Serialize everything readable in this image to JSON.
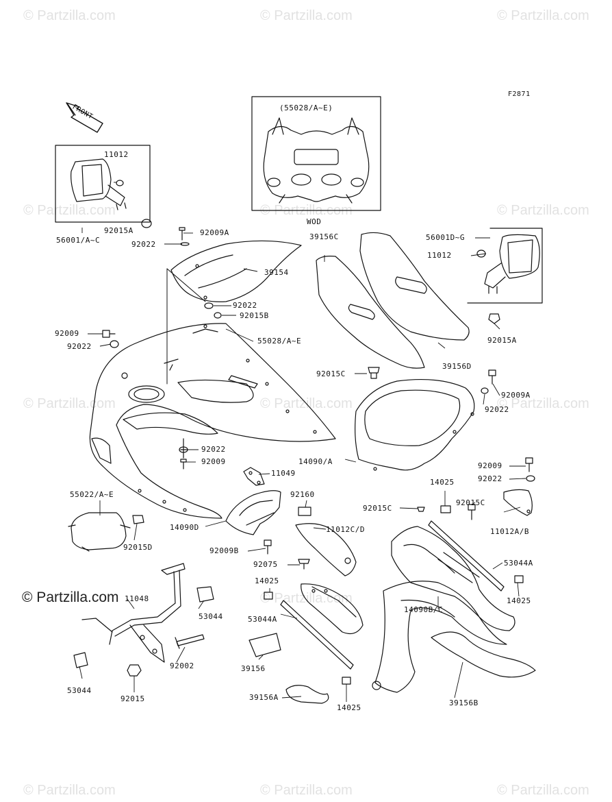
{
  "figure_code": "F2871",
  "front_arrow": "FRONT",
  "wod": "WOD",
  "watermark": "© Partzilla.com",
  "watermark_main": "© Partzilla.com",
  "inset_title": "(55028/A~E)",
  "labels": {
    "p11012_a": "11012",
    "p92015a_a": "92015A",
    "p56001ac": "56001/A~C",
    "p92009a_a": "92009A",
    "p92022_a": "92022",
    "p39154": "39154",
    "p92022_b": "92022",
    "p92015b": "92015B",
    "p92009_a": "92009",
    "p92022_c": "92022",
    "p55028ae": "55028/A~E",
    "p39156c": "39156C",
    "p56001dg": "56001D~G",
    "p11012_b": "11012",
    "p92015a_b": "92015A",
    "p39156d": "39156D",
    "p92015c_a": "92015C",
    "p92009a_b": "92009A",
    "p92022_d": "92022",
    "p92022_e": "92022",
    "p92009_b": "92009",
    "p14090a": "14090/A",
    "p11049": "11049",
    "p92160": "92160",
    "p55022ae": "55022/A~E",
    "p14090d": "14090D",
    "p92015d": "92015D",
    "p92009b": "92009B",
    "p92075": "92075",
    "p11012cd": "11012C/D",
    "p92015c_b": "92015C",
    "p14025_a": "14025",
    "p92015c_c": "92015C",
    "p92009_c": "92009",
    "p92022_f": "92022",
    "p11012ab": "11012A/B",
    "p53044a_a": "53044A",
    "p14025_b": "14025",
    "p14025_c": "14025",
    "p14090bc": "14090B/C",
    "p11048": "11048",
    "p53044_a": "53044",
    "p53044a_b": "53044A",
    "p39156": "39156",
    "p92002": "92002",
    "p53044_b": "53044",
    "p92015": "92015",
    "p39156a": "39156A",
    "p14025_d": "14025",
    "p39156b": "39156B"
  }
}
